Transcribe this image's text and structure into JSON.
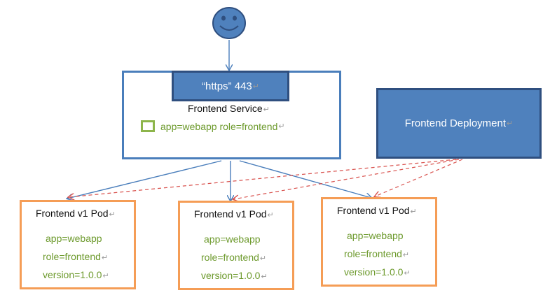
{
  "user": {
    "icon": "smiley-user-icon"
  },
  "service": {
    "port_label": "“https” 443",
    "title": "Frontend Service",
    "selector": "app=webapp role=frontend",
    "border_color": "#4a7ebb"
  },
  "deployment": {
    "title": "Frontend Deployment",
    "fill_color": "#4f81bd"
  },
  "pods": [
    {
      "title": "Frontend v1 Pod",
      "app": "app=webapp",
      "role": "role=frontend",
      "version": "version=1.0.0"
    },
    {
      "title": "Frontend v1 Pod",
      "app": "app=webapp",
      "role": "role=frontend",
      "version": "version=1.0.0"
    },
    {
      "title": "Frontend v1 Pod",
      "app": "app=webapp",
      "role": "role=frontend",
      "version": "version=1.0.0"
    }
  ],
  "colors": {
    "service_arrow": "#4a7ebb",
    "deployment_arrow": "#d9534f",
    "pod_border": "#f59d56",
    "label_text": "#6d9a2d"
  }
}
